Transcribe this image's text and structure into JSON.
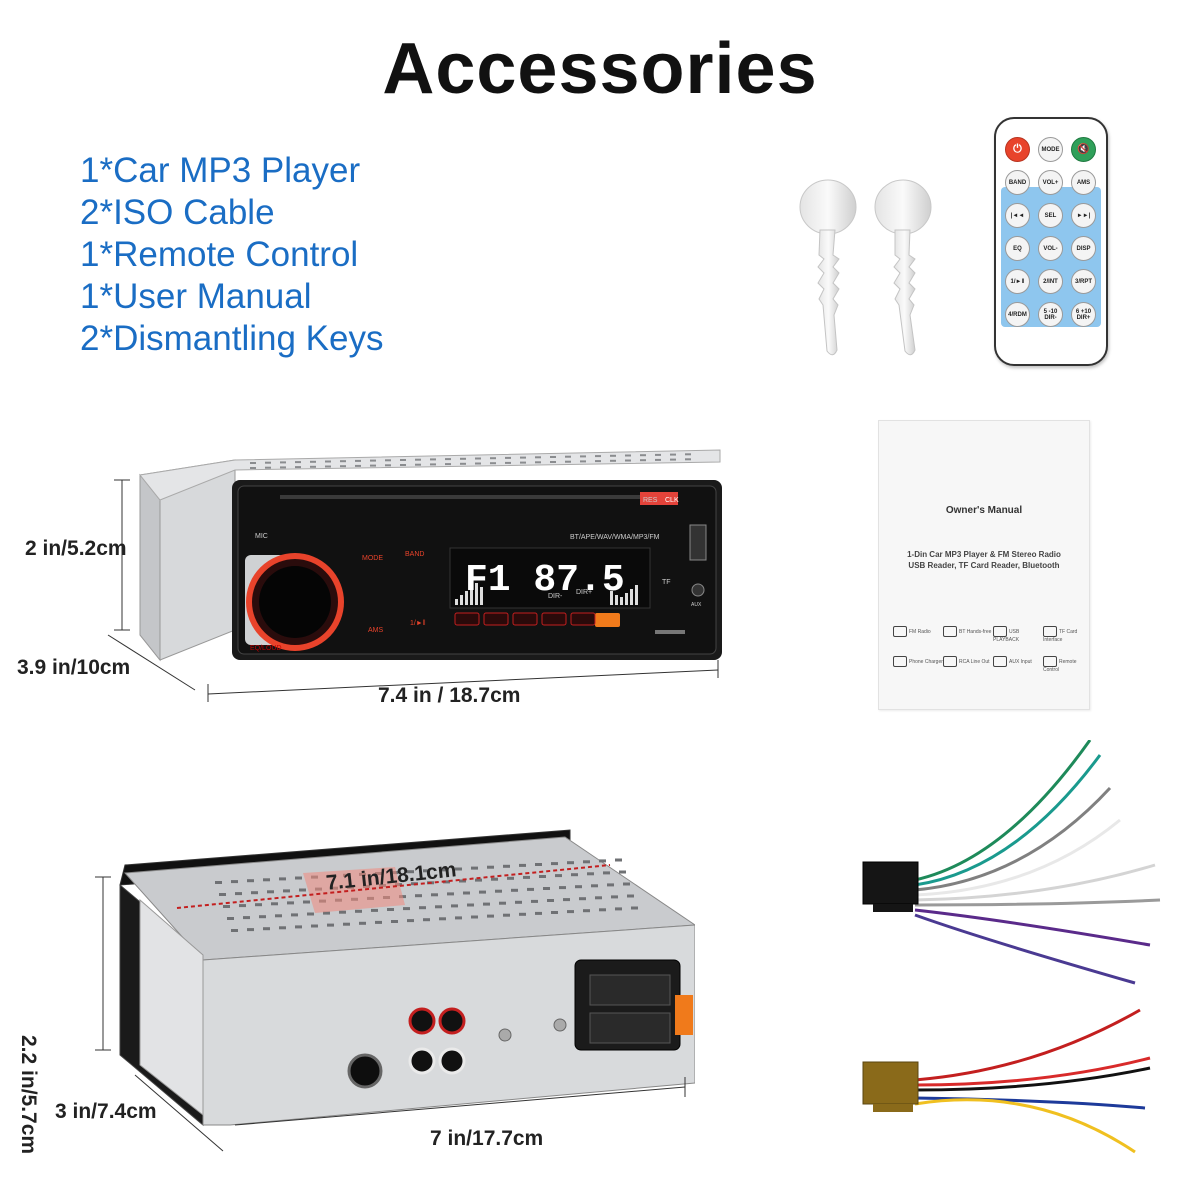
{
  "title": "Accessories",
  "list_color": "#1a6dc4",
  "accessories": [
    "1*Car MP3 Player",
    "2*ISO Cable",
    "1*Remote Control",
    "1*User Manual",
    "2*Dismantling Keys"
  ],
  "front_view": {
    "height": "2 in/5.2cm",
    "depth": "3.9 in/10cm",
    "width": "7.4 in / 18.7cm",
    "display_text": "F1 87.5",
    "formats": "BT/APE/WAV/WMA/MP3/FM",
    "labels": {
      "mic": "MIC",
      "res": "RES",
      "clk": "CLK",
      "mode": "MODE",
      "band": "BAND",
      "ams": "AMS",
      "play": "1/►‖",
      "eq": "EQ/LOUD",
      "dir_minus": "DIR-",
      "dir_plus": "DIR+",
      "tf": "TF",
      "aux": "AUX"
    }
  },
  "back_view": {
    "height": "2.2 in/5.7cm",
    "depth": "3 in/7.4cm",
    "width": "7 in/17.7cm",
    "length_label": "7.1 in/18.1cm"
  },
  "manual": {
    "title": "Owner's Manual",
    "subtitle": "1-Din Car MP3 Player & FM Stereo Radio\nUSB Reader, TF Card Reader, Bluetooth",
    "features": [
      "FM Radio",
      "BT Hands-free",
      "USB PLAYBACK",
      "TF Card Interface",
      "Phone Charger",
      "RCA Line Out",
      "AUX Input",
      "Remote Control"
    ]
  },
  "remote": {
    "buttons": [
      "⏻",
      "MODE",
      "🔇",
      "BAND",
      "VOL+",
      "AMS",
      "|◄◄",
      "SEL",
      "►►|",
      "EQ",
      "VOL-",
      "DISP",
      "1/►‖",
      "2/INT",
      "3/RPT",
      "4/RDM",
      "5 -10 DIR-",
      "6 +10 DIR+"
    ]
  },
  "colors": {
    "accent_red": "#e8432b",
    "remote_panel": "#8ec6ee",
    "display_white": "#ffffff"
  }
}
